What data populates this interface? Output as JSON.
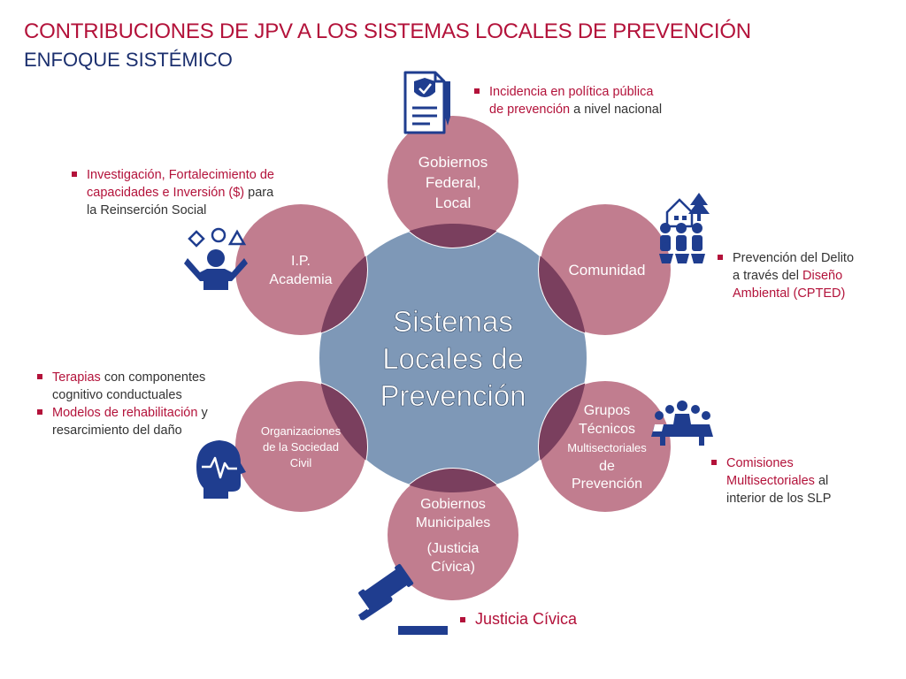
{
  "header": {
    "title": "CONTRIBUCIONES DE JPV A LOS SISTEMAS LOCALES DE PREVENCIÓN",
    "subtitle": "ENFOQUE SISTÉMICO"
  },
  "center": {
    "lines": [
      "Sistemas",
      "Locales de",
      "Prevención"
    ]
  },
  "nodes": {
    "gobiernos_federal": [
      "Gobiernos",
      "Federal,",
      "Local"
    ],
    "comunidad": [
      "Comunidad"
    ],
    "grupos_tecnicos": [
      "Grupos",
      "Técnicos",
      "Multisectoriales",
      "de",
      "Prevención"
    ],
    "gobiernos_municipales": [
      "Gobiernos",
      "Municipales",
      "(Justicia",
      "Cívica)"
    ],
    "organizaciones": [
      "Organizaciones",
      "de la Sociedad",
      "Civil"
    ],
    "ip_academia": [
      "I.P.",
      "Academia"
    ]
  },
  "notes": {
    "federal": {
      "line1": "Incidencia en política pública",
      "line2_hl": "de prevención",
      "line2_rest": " a nivel nacional"
    },
    "ip": {
      "line1": "Investigación, Fortalecimiento de",
      "line2_hl": "capacidades e Inversión ($)",
      "line2_rest": " para",
      "line3": "la Reinserción Social"
    },
    "comunidad": {
      "line1": "Prevención del Delito",
      "line2_pre": "a través del ",
      "line2_hl": "Diseño",
      "line3_hl": "Ambiental (CPTED)"
    },
    "osc": {
      "item1_hl": "Terapias",
      "item1_rest": " con componentes",
      "item1_line2": "cognitivo conductuales",
      "item2_hl": "Modelos de rehabilitación",
      "item2_rest": " y",
      "item2_line2": "resarcimiento del daño"
    },
    "grupos": {
      "line1_hl": "Comisiones",
      "line2_hl": "Multisectoriales",
      "line2_rest": " al",
      "line3": "interior de los SLP"
    },
    "municipal": {
      "label": "Justicia Cívica"
    }
  },
  "icons": {
    "federal": "policy-document-icon",
    "comunidad": "community-people-icon",
    "ip": "thinking-person-icon",
    "osc": "mental-health-head-icon",
    "grupos": "meeting-table-icon",
    "municipal": "gavel-icon"
  },
  "colors": {
    "title_red": "#b3123a",
    "title_blue": "#1b2f6e",
    "center_fill": "#7e98b7",
    "node_fill": "#c17d8f",
    "overlap_fill": "#7a3f5e",
    "icon_blue": "#1f3d8f",
    "bullet_red": "#b3123a"
  }
}
